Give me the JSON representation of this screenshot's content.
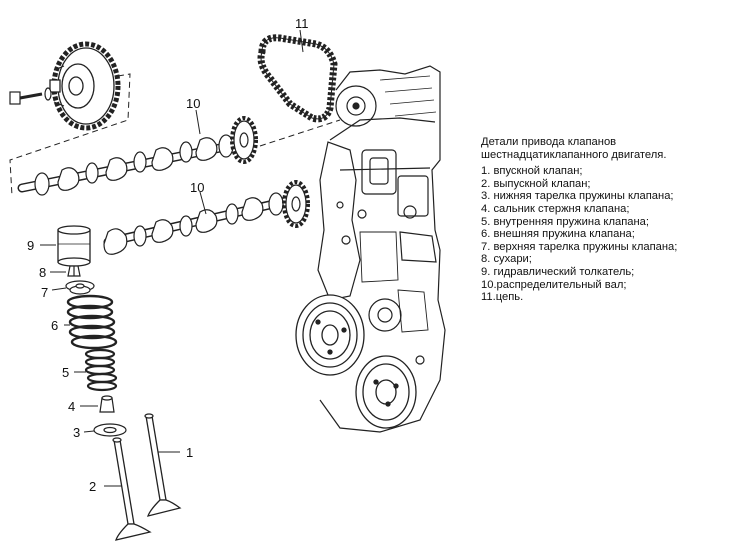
{
  "caption": {
    "title_line1": "Детали привода клапанов",
    "title_line2": "шестнадцатиклапанного двигателя.",
    "items": [
      "1. впускной клапан;",
      "2. выпускной клапан;",
      "3. нижняя тарелка пружины клапана;",
      "4. сальник стержня клапана;",
      "5. внутренняя пружина клапана;",
      "6. внешняя пружина клапана;",
      "7. верхняя тарелка пружины клапана;",
      "8. сухари;",
      "9. гидравлический толкатель;",
      "10.распределительный вал;",
      "11.цепь."
    ]
  },
  "callouts": {
    "chain": "11",
    "camshaft_upper": "10",
    "camshaft_lower": "10",
    "lifter": "9",
    "keepers": "8",
    "upper_retainer": "7",
    "outer_spring": "6",
    "inner_spring": "5",
    "stem_seal": "4",
    "lower_retainer": "3",
    "exhaust_valve": "2",
    "intake_valve": "1"
  }
}
